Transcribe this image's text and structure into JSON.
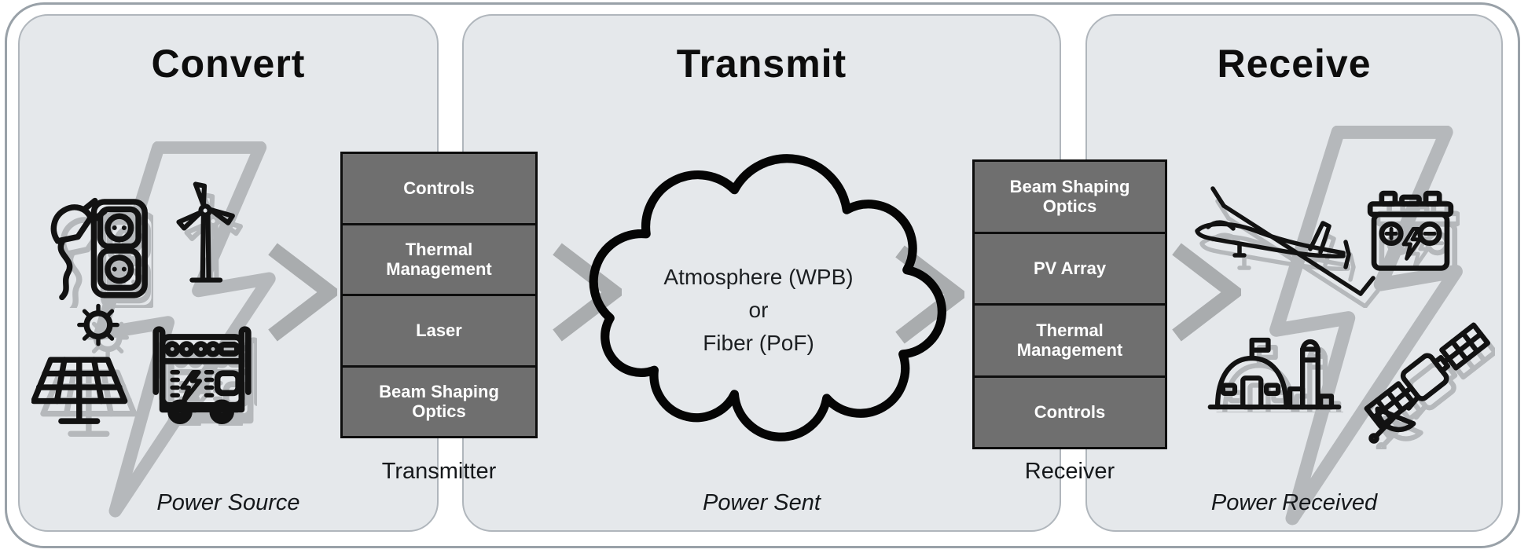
{
  "panels": [
    {
      "title": "Convert",
      "caption": "Power Source"
    },
    {
      "title": "Transmit",
      "caption": "Power Sent"
    },
    {
      "title": "Receive",
      "caption": "Power Received"
    }
  ],
  "transmitter": {
    "label": "Transmitter",
    "blocks": [
      "Controls",
      "Thermal Management",
      "Laser",
      "Beam Shaping Optics"
    ]
  },
  "receiver": {
    "label": "Receiver",
    "blocks": [
      "Beam Shaping Optics",
      "PV Array",
      "Thermal Management",
      "Controls"
    ]
  },
  "cloud": {
    "lines": [
      "Atmosphere (WPB)",
      "or",
      "Fiber (PoF)"
    ]
  },
  "icons": {
    "power_source": [
      "plug-outlet-icon",
      "wind-turbine-icon",
      "solar-panel-sun-icon",
      "generator-icon"
    ],
    "power_received": [
      "uav-icon",
      "battery-icon",
      "ground-base-icon",
      "satellite-icon"
    ],
    "flow": "chevron-right-icon",
    "watermark": "lightning-bolt-watermark"
  },
  "colors": {
    "panel_bg": "#e5e8eb",
    "panel_border": "#b0b6bc",
    "outer_border": "#99a1a8",
    "stack_bg": "#6f6f6f",
    "stack_border": "#0d0d0d",
    "stack_text": "#ffffff",
    "chevron": "#a9acae",
    "watermark": "#b5b8bb",
    "text": "#111111"
  }
}
